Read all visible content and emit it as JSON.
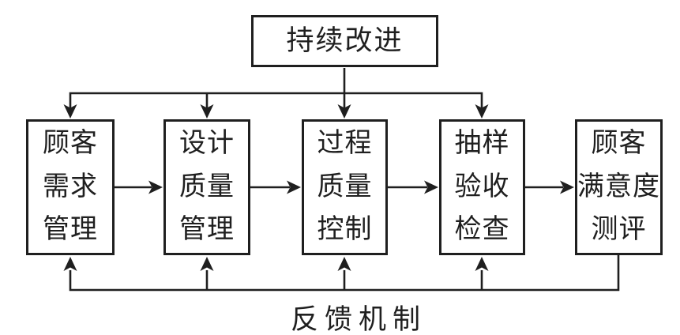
{
  "diagram": {
    "top_box": {
      "label": "持续改进"
    },
    "process_boxes": [
      {
        "id": "customer-requirements",
        "label": "顾客\n需求\n管理"
      },
      {
        "id": "design-quality",
        "label": "设计\n质量\n管理"
      },
      {
        "id": "process-quality",
        "label": "过程\n质量\n控制"
      },
      {
        "id": "sampling-inspection",
        "label": "抽样\n验收\n检查"
      },
      {
        "id": "customer-satisfaction",
        "label": "顾客\n满意度\n测评"
      }
    ],
    "feedback_label": "反馈机制",
    "connections": [
      {
        "from": "持续改进",
        "to": [
          "顾客需求管理",
          "设计质量管理",
          "过程质量控制",
          "抽样验收检查"
        ],
        "type": "downward-arrows"
      },
      {
        "from": "顾客需求管理",
        "to": "设计质量管理",
        "type": "arrow"
      },
      {
        "from": "设计质量管理",
        "to": "过程质量控制",
        "type": "arrow"
      },
      {
        "from": "过程质量控制",
        "to": "抽样验收检查",
        "type": "arrow"
      },
      {
        "from": "抽样验收检查",
        "to": "顾客满意度测评",
        "type": "arrow"
      },
      {
        "from": "顾客满意度测评",
        "to": [
          "顾客需求管理",
          "设计质量管理",
          "过程质量控制",
          "抽样验收检查"
        ],
        "type": "feedback-arrows",
        "label": "反馈机制"
      }
    ],
    "colors": {
      "line": "#1f1f1f",
      "background": "#ffffff",
      "box_fill": "#ffffff",
      "text": "#1f1f1f"
    }
  }
}
